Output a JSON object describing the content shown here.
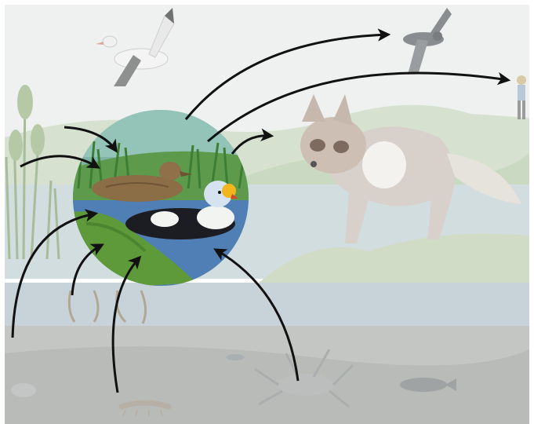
{
  "title": "",
  "colors": {
    "sky": "#eef1f0",
    "hills": "#c9d9c2",
    "water": "#c7d3d8",
    "mud": "#b9bbb8",
    "arrow": "#111111",
    "focus_water": "#4f7fb5",
    "focus_grass": "#5f9a3a",
    "fox": "#d8d1cb",
    "eider_black": "#1c1d22",
    "eider_white": "#f2f4f2",
    "eider_bill": "#f2b51b",
    "hen": "#8b6d46"
  },
  "organisms": [
    {
      "icon": "snow-goose-icon"
    },
    {
      "icon": "jaeger-icon"
    },
    {
      "icon": "human-figure-icon"
    },
    {
      "icon": "arctic-fox-icon"
    },
    {
      "icon": "king-eider-icon"
    },
    {
      "icon": "female-eider-icon"
    },
    {
      "icon": "amphipod-icon"
    },
    {
      "icon": "snail-icon"
    },
    {
      "icon": "fish-icon"
    },
    {
      "icon": "crab-icon"
    },
    {
      "icon": "insect-larva-icon"
    }
  ],
  "arrows": [
    {
      "name": "arrow-to-jaeger"
    },
    {
      "name": "arrow-to-human"
    },
    {
      "name": "arrow-to-fox"
    },
    {
      "name": "arrow-from-left-top"
    },
    {
      "name": "arrow-from-left-middle"
    },
    {
      "name": "arrow-from-benthos-left"
    },
    {
      "name": "arrow-from-larvae"
    },
    {
      "name": "arrow-from-amphipod"
    },
    {
      "name": "arrow-from-crab"
    }
  ]
}
